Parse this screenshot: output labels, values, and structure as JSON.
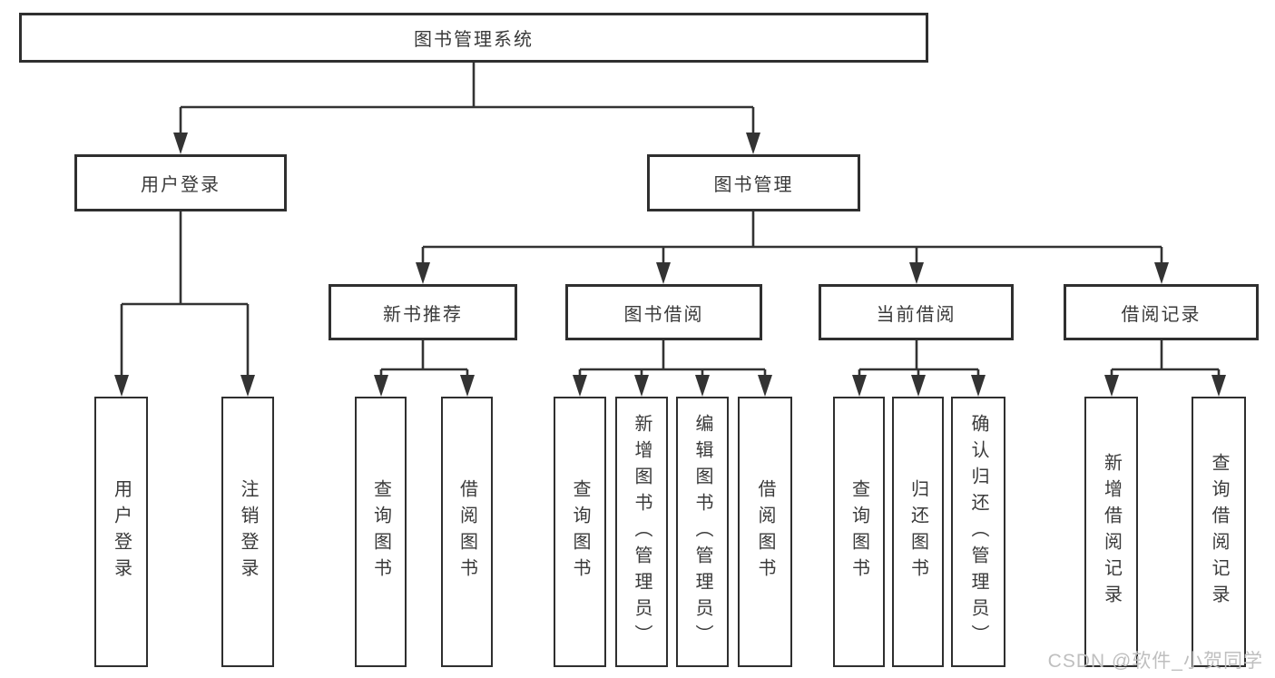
{
  "diagram_title": "图书管理系统",
  "colors": {
    "line": "#333333",
    "box_border": "#2f2f2f",
    "text": "#3a3a3a",
    "watermark": "#bfbfbf",
    "background": "#ffffff"
  },
  "nodes": {
    "root": {
      "label": "图书管理系统"
    },
    "user_login": {
      "label": "用户登录"
    },
    "book_management": {
      "label": "图书管理"
    },
    "new_book_recommend": {
      "label": "新书推荐"
    },
    "book_borrow": {
      "label": "图书借阅"
    },
    "current_borrow": {
      "label": "当前借阅"
    },
    "borrow_records": {
      "label": "借阅记录"
    },
    "leaf_user_login": {
      "label": "用户登录"
    },
    "leaf_logout": {
      "label": "注销登录"
    },
    "leaf_query_book_a": {
      "label": "查询图书"
    },
    "leaf_borrow_book_a": {
      "label": "借阅图书"
    },
    "leaf_query_book_b": {
      "label": "查询图书"
    },
    "leaf_add_book": {
      "label": "新增图书（管理员）"
    },
    "leaf_edit_book": {
      "label": "编辑图书（管理员）"
    },
    "leaf_borrow_book_b": {
      "label": "借阅图书"
    },
    "leaf_query_book_c": {
      "label": "查询图书"
    },
    "leaf_return_book": {
      "label": "归还图书"
    },
    "leaf_confirm_return": {
      "label": "确认归还（管理员）"
    },
    "leaf_add_borrow_record": {
      "label": "新增借阅记录"
    },
    "leaf_query_borrow_record": {
      "label": "查询借阅记录"
    }
  },
  "hierarchy": {
    "图书管理系统": {
      "用户登录": [
        "用户登录",
        "注销登录"
      ],
      "图书管理": {
        "新书推荐": [
          "查询图书",
          "借阅图书"
        ],
        "图书借阅": [
          "查询图书",
          "新增图书（管理员）",
          "编辑图书（管理员）",
          "借阅图书"
        ],
        "当前借阅": [
          "查询图书",
          "归还图书",
          "确认归还（管理员）"
        ],
        "借阅记录": [
          "新增借阅记录",
          "查询借阅记录"
        ]
      }
    }
  },
  "watermark": {
    "text": "CSDN @软件_小贺同学"
  }
}
